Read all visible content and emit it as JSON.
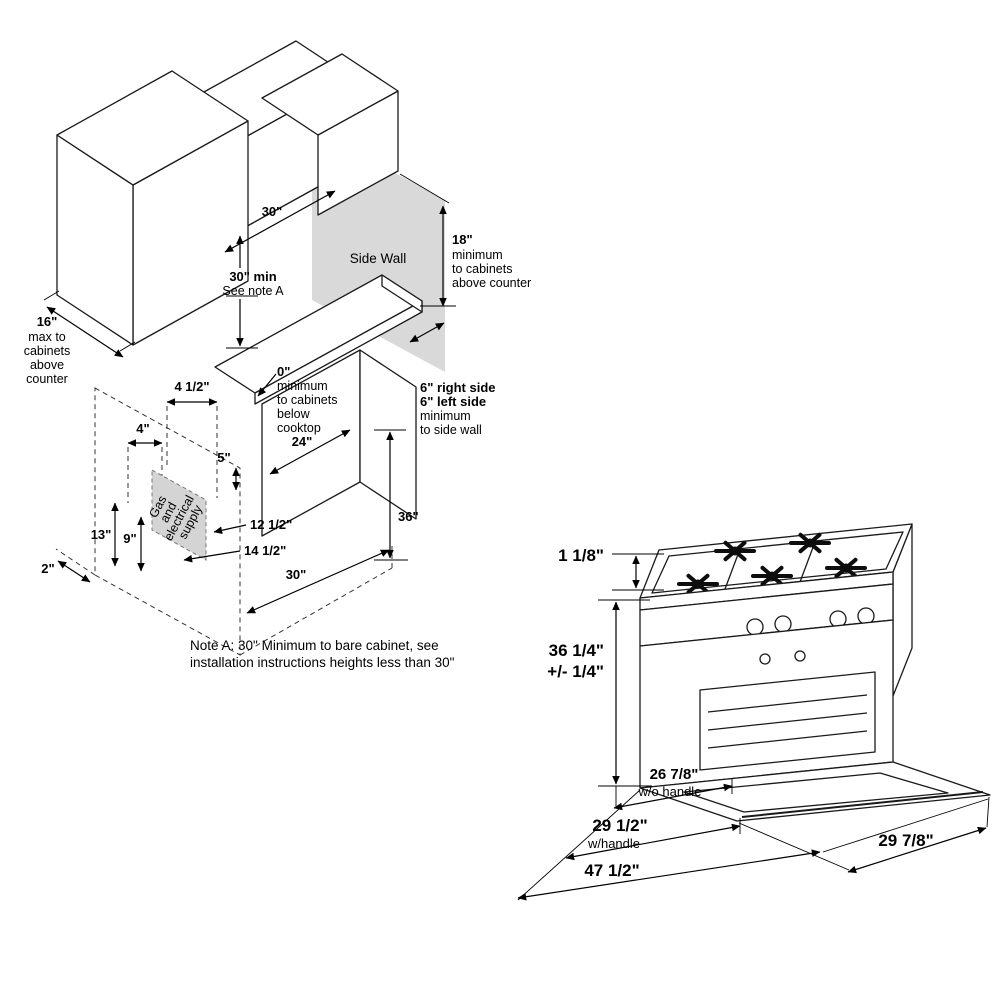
{
  "colors": {
    "line": "#1a1a1a",
    "wall_shade": "#d9d9d9",
    "supply_shade": "#d4d4d4",
    "background": "#ffffff"
  },
  "cabinet_diagram": {
    "side_wall_label": "Side Wall",
    "top_width": "30\"",
    "hood_clearance": {
      "value": "30\" min",
      "note": "See note A"
    },
    "right_clearance": {
      "value": "18\"",
      "lines": [
        "minimum",
        "to cabinets",
        "above counter"
      ]
    },
    "upper_depth": {
      "value": "16\"",
      "lines": [
        "max to",
        "cabinets",
        "above",
        "counter"
      ]
    },
    "zero_clearance": {
      "value": "0\"",
      "lines": [
        "minimum",
        "to cabinets",
        "below",
        "cooktop"
      ]
    },
    "side_clearance": {
      "lines": [
        "6\" right side",
        "6\" left side",
        "minimum",
        "to side wall"
      ]
    },
    "cabinet_width": "24\"",
    "dim_4_5": "4 1/2\"",
    "dim_4": "4\"",
    "dim_5": "5\"",
    "dim_13": "13\"",
    "dim_9": "9\"",
    "dim_12_5": "12 1/2\"",
    "dim_14_5": "14 1/2\"",
    "dim_2": "2\"",
    "counter_height": "36\"",
    "bottom_width": "30\"",
    "gas_label_lines": [
      "Gas",
      "and",
      "electrical",
      "supply"
    ],
    "note_lines": [
      "Note A: 30\" Minimum to bare cabinet, see",
      "installation instructions heights less than 30\""
    ]
  },
  "range_diagram": {
    "grate_height": "1 1/8\"",
    "overall_height_lines": [
      "36 1/4\"",
      "+/- 1/4\""
    ],
    "depth_no_handle": {
      "value": "26 7/8\"",
      "label": "w/o handle"
    },
    "depth_with_handle": {
      "value": "29 1/2\"",
      "label": "w/handle"
    },
    "depth_door_open": "47 1/2\"",
    "door_width": "29 7/8\""
  }
}
